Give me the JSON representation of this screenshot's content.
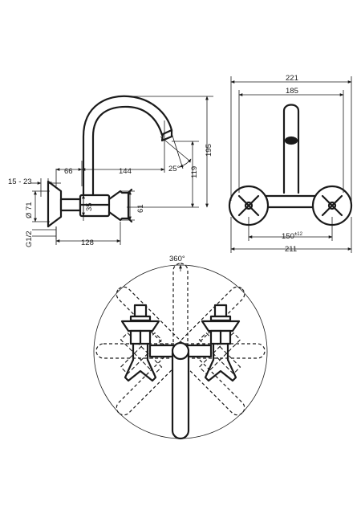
{
  "side_view": {
    "dim_66": "66",
    "dim_144": "144",
    "dim_15_23": "15 - 23",
    "dim_angle_25": "25°",
    "dim_119": "119",
    "dim_195": "195",
    "dim_d71": "Ø 71",
    "dim_35": "35",
    "dim_61": "61",
    "dim_g12": "G1/2",
    "dim_128": "128"
  },
  "front_view": {
    "dim_221": "221",
    "dim_185": "185",
    "dim_150": "150",
    "dim_150_tol": "±12",
    "dim_211": "211"
  },
  "top_view": {
    "dim_360": "360°"
  }
}
